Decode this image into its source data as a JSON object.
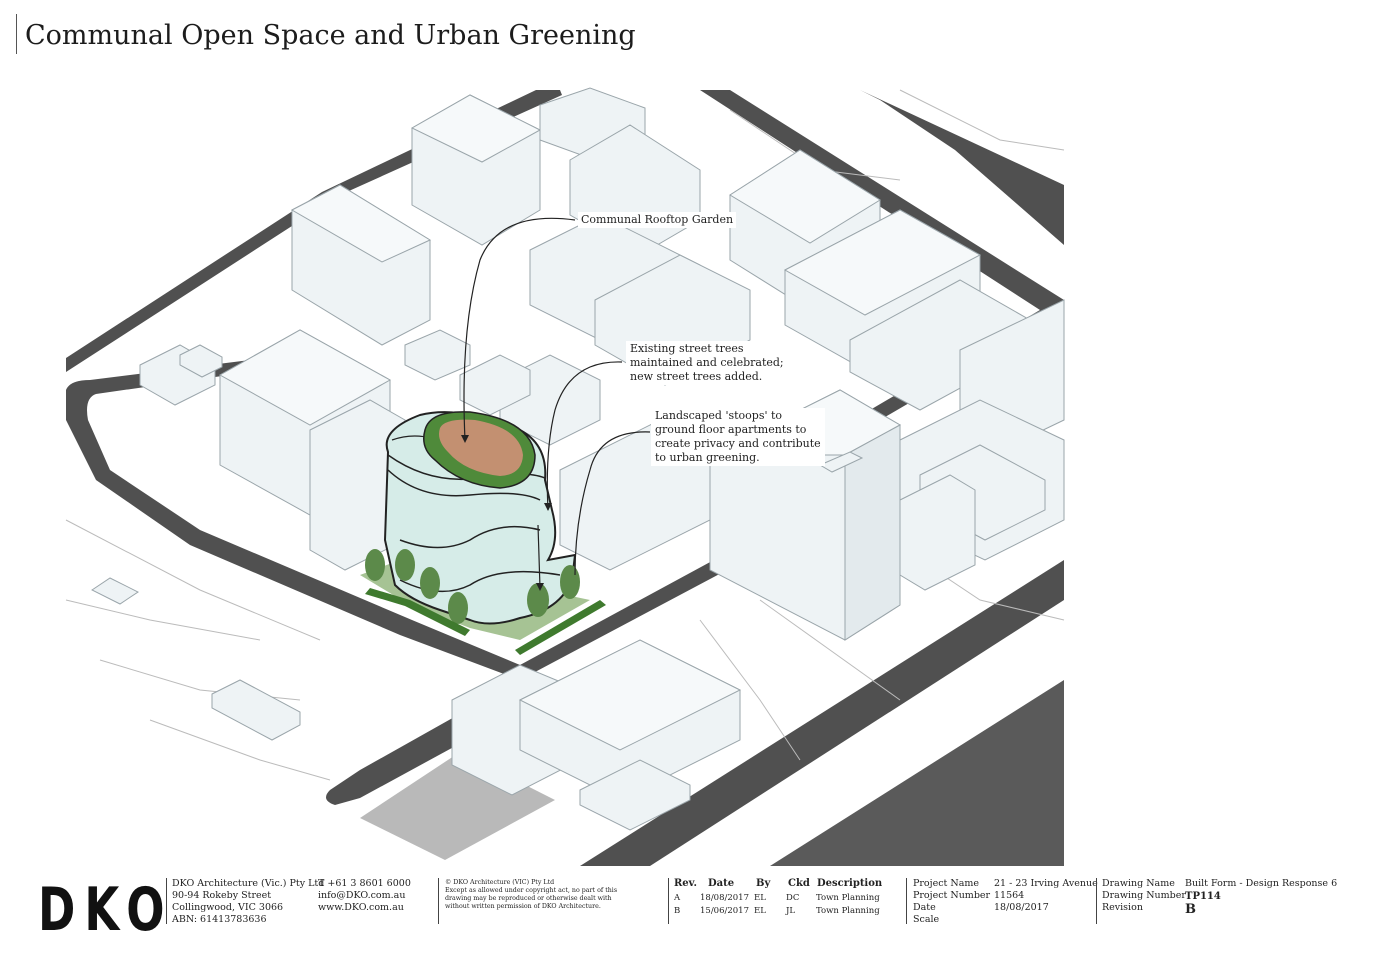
{
  "page": {
    "title": "Communal Open Space and Urban Greening"
  },
  "callouts": {
    "rooftop": "Communal Rooftop Garden",
    "street_trees": [
      "Existing street trees",
      "maintained and celebrated;",
      "new street trees added."
    ],
    "stoops": [
      "Landscaped 'stoops' to",
      "ground floor apartments to",
      "create privacy and contribute",
      "to urban greening."
    ]
  },
  "colors": {
    "massing": "#eef3f5",
    "road": "#505050",
    "glass": "#d6ece8",
    "planting": "#4f8a3a",
    "rooftop_deck": "#c39071"
  },
  "title_block": {
    "logo": "DKO",
    "company": [
      "DKO Architecture (Vic.) Pty Ltd",
      "90-94 Rokeby Street",
      "Collingwood, VIC 3066",
      "ABN: 61413783636"
    ],
    "contact": [
      "T +61 3 8601 6000",
      "info@DKO.com.au",
      "www.DKO.com.au"
    ],
    "copyright": [
      "© DKO Architecture (VIC) Pty Ltd",
      "Except as allowed under copyright act, no part of this",
      "drawing may be reproduced or otherwise dealt with",
      "without written permission of DKO Architecture."
    ],
    "revisions": {
      "headers": [
        "Rev.",
        "Date",
        "By",
        "Ckd",
        "Description"
      ],
      "rows": [
        [
          "A",
          "18/08/2017",
          "EL",
          "DC",
          "Town Planning"
        ],
        [
          "B",
          "15/06/2017",
          "EL",
          "JL",
          "Town Planning"
        ]
      ]
    },
    "project": {
      "labels": [
        "Project Name",
        "Project Number",
        "Date",
        "Scale"
      ],
      "values": [
        "21 - 23 Irving Avenue",
        "11564",
        "18/08/2017"
      ]
    },
    "drawing": {
      "labels": [
        "Drawing Name",
        "Drawing Number",
        "Revision"
      ],
      "name": "Built Form - Design Response 6",
      "number": "TP114",
      "revision": "B"
    }
  }
}
